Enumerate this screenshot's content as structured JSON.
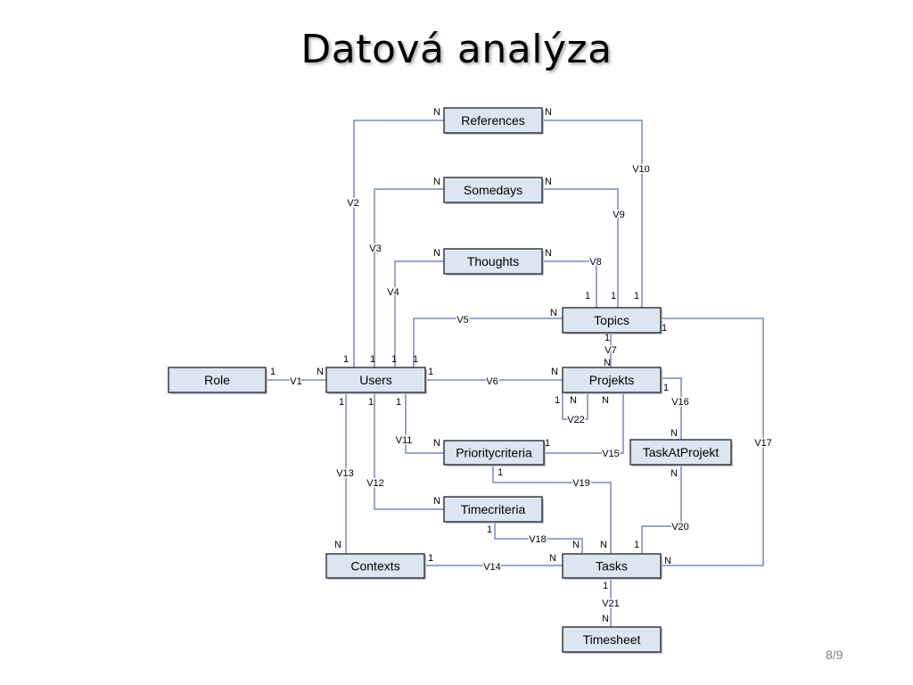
{
  "title": "Datová analýza",
  "page_number": "8/9",
  "colors": {
    "line": "#7a8ab0",
    "entity_fill": "#dce6f2",
    "entity_border": "#1f1f1f",
    "text": "#000000"
  },
  "entities": {
    "references": "References",
    "somedays": "Somedays",
    "thoughts": "Thoughts",
    "topics": "Topics",
    "role": "Role",
    "users": "Users",
    "projekts": "Projekts",
    "prioritycriteria": "Prioritycriteria",
    "taskatprojekt": "TaskAtProjekt",
    "timecriteria": "Timecriteria",
    "contexts": "Contexts",
    "tasks": "Tasks",
    "timesheet": "Timesheet"
  },
  "relationships": {
    "v1": "V1",
    "v2": "V2",
    "v3": "V3",
    "v4": "V4",
    "v5": "V5",
    "v6": "V6",
    "v7": "V7",
    "v8": "V8",
    "v9": "V9",
    "v10": "V10",
    "v11": "V11",
    "v12": "V12",
    "v13": "V13",
    "v14": "V14",
    "v15": "V15",
    "v16": "V16",
    "v17": "V17",
    "v18": "V18",
    "v19": "V19",
    "v20": "V20",
    "v21": "V21",
    "v22": "V22"
  },
  "cardinality": {
    "one": "1",
    "many": "N"
  }
}
